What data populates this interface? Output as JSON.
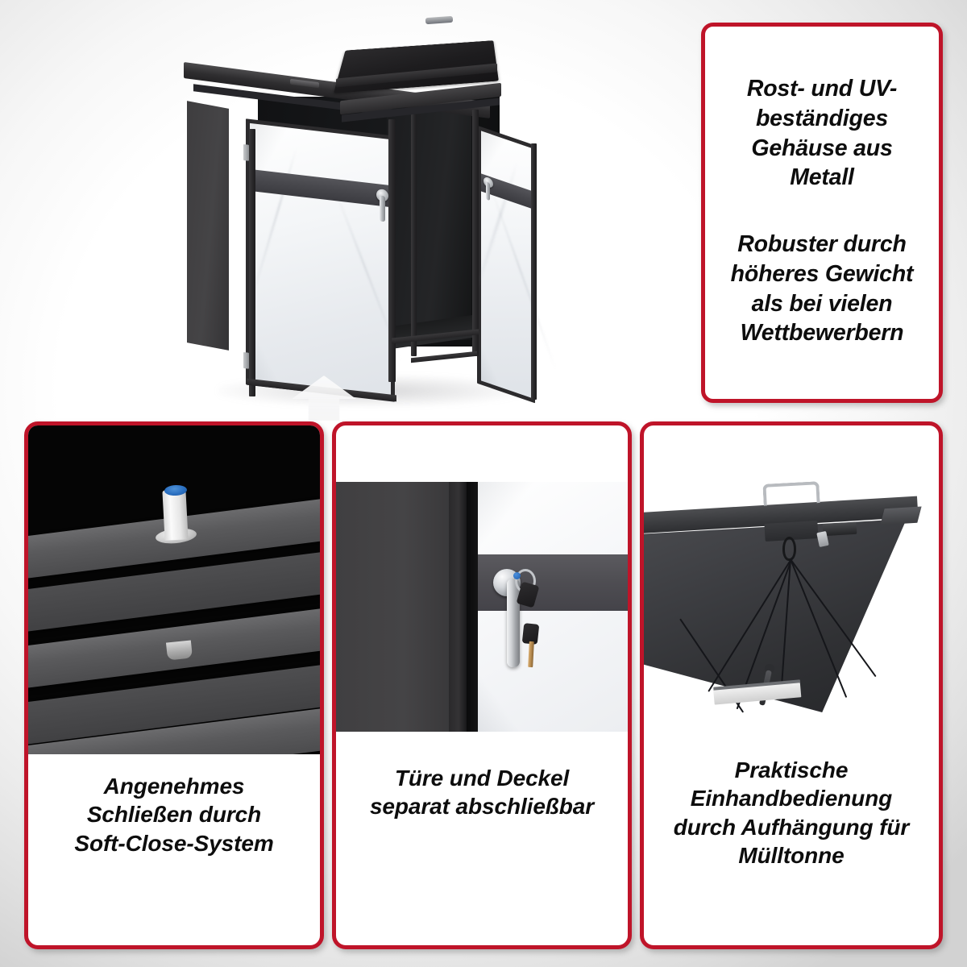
{
  "page": {
    "title": "Mülltonnenbox Produkt-Infografik",
    "language": "de",
    "background": "#ffffff",
    "accent_red": "#bf1429",
    "text_color": "#0d0d0d"
  },
  "hero": {
    "name": "muelltonnenbox-product-photo",
    "alt": "Doppel-Mülltonnenbox aus Metall, anthrazit, mit Marmoroptik-Türen und geöffnetem Deckel",
    "colors": {
      "frame": "#2c2b2d",
      "marble": "#f3f5f7",
      "stripe": "#4b4b50",
      "interior": "#121314"
    }
  },
  "claim_box": {
    "name": "claim-box",
    "lines": [
      "Rost- und UV-\nbeständiges\nGehäuse aus\nMetall",
      "Robuster durch\nhöheres Gewicht\nals bei vielen\nWettbewerbern"
    ]
  },
  "panels": [
    {
      "name": "panel-soft-close",
      "caption": "Angenehmes\nSchließen durch\nSoft-Close-System",
      "caption_size": 28,
      "photo_alt": "Nahaufnahme des Soft-Close-Dämpfers auf den anthrazitfarbenen Lamellen",
      "photo_background": "#050505",
      "parts": {
        "damper_cap": "blue-damper-cap",
        "damper_body": "white-damper-cylinder",
        "pin": "metal-pin"
      }
    },
    {
      "name": "panel-separate-lock",
      "caption": "Türe und Deckel\nseparat abschließbar",
      "caption_size": 28,
      "photo_alt": "Nahaufnahme des verchromten Türgriffs mit Schloss und steckendem Schlüssel",
      "photo_background": "#ffffff",
      "parts": {
        "handle": "chrome-handle",
        "lock": "cylinder-lock",
        "keys": "key-set"
      }
    },
    {
      "name": "panel-one-hand",
      "caption": "Praktische\nEinhandbedienung\ndurch Aufhängung für\nMülltonne",
      "caption_size": 28,
      "photo_alt": "Nahaufnahme des geöffneten Deckels mit Bügelgriff, Haken und Aufhängeschnüren",
      "photo_background": "#ffffff",
      "parts": {
        "handle": "bow-handle",
        "hook": "suspension-hook",
        "cords": "suspension-cords",
        "latch": "lid-latch-lock"
      }
    }
  ]
}
